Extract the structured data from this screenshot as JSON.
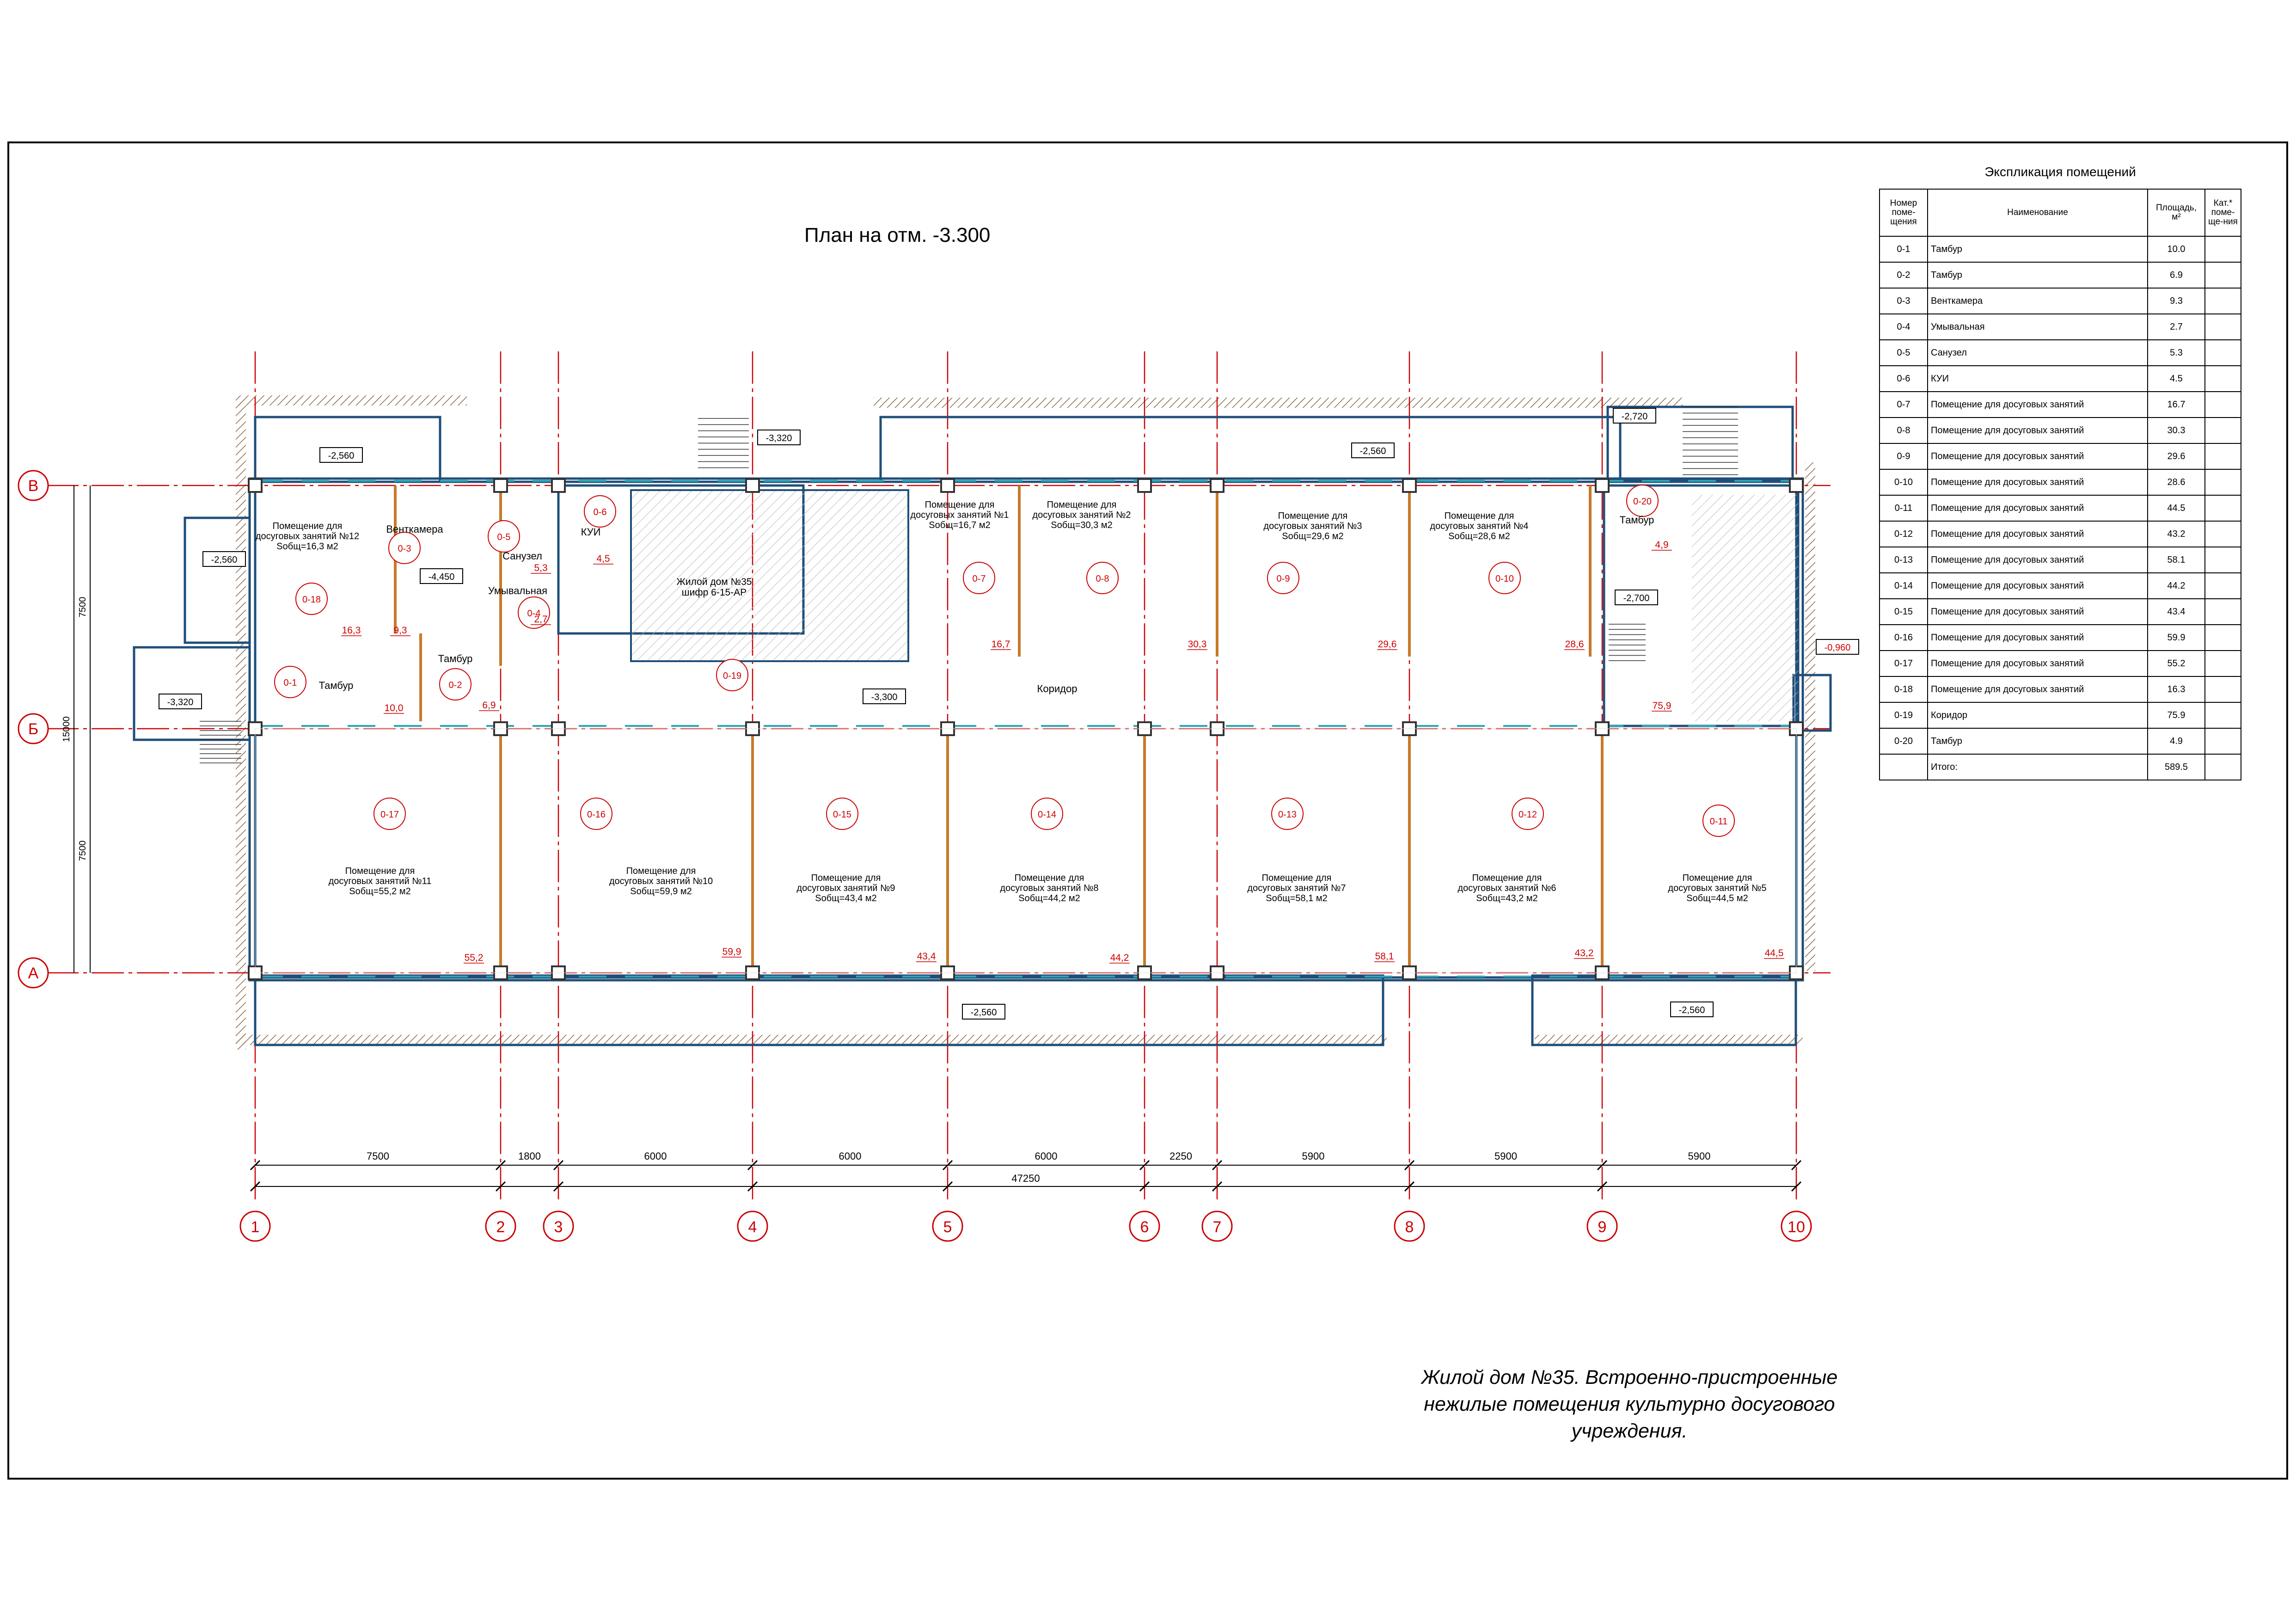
{
  "plan_title": "План  на отм. -3.300",
  "note": [
    "Жилой дом №35. Встроенно-пристроенные",
    "нежилые помещения культурно досугового",
    "учреждения."
  ],
  "axes": {
    "columns": [
      "1",
      "2",
      "3",
      "4",
      "5",
      "6",
      "7",
      "8",
      "9",
      "10"
    ],
    "rows": [
      "В",
      "Б",
      "А"
    ],
    "spans": [
      "7500",
      "1800",
      "6000",
      "6000",
      "6000",
      "2250",
      "5900",
      "5900",
      "5900"
    ],
    "total": "47250",
    "row_spans": [
      "7500",
      "15000",
      "7500"
    ]
  },
  "rooms": [
    {
      "id": "0-1",
      "name": "Тамбур",
      "area": "10,0"
    },
    {
      "id": "0-2",
      "name": "Тамбур",
      "area": "6,9"
    },
    {
      "id": "0-3",
      "name": "Венткамера",
      "area": "9,3"
    },
    {
      "id": "0-4",
      "name": "Умывальная",
      "area": "2,7"
    },
    {
      "id": "0-5",
      "name": "Санузел",
      "area": "5,3"
    },
    {
      "id": "0-6",
      "name": "КУИ",
      "area": "4,5"
    },
    {
      "id": "0-7",
      "name": "Помещение для досуговых занятий №1",
      "sub": "Sобщ=16,7 м2",
      "area": "16,7"
    },
    {
      "id": "0-8",
      "name": "Помещение для досуговых занятий №2",
      "sub": "Sобщ=30,3 м2",
      "area": "30,3"
    },
    {
      "id": "0-9",
      "name": "Помещение для досуговых занятий №3",
      "sub": "Sобщ=29,6 м2",
      "area": "29,6"
    },
    {
      "id": "0-10",
      "name": "Помещение для досуговых занятий №4",
      "sub": "Sобщ=28,6 м2",
      "area": "28,6"
    },
    {
      "id": "0-11",
      "name": "Помещение для досуговых занятий №5",
      "sub": "Sобщ=44,5 м2",
      "area": "44,5"
    },
    {
      "id": "0-12",
      "name": "Помещение для досуговых занятий №6",
      "sub": "Sобщ=43,2 м2",
      "area": "43,2"
    },
    {
      "id": "0-13",
      "name": "Помещение для досуговых занятий №7",
      "sub": "Sобщ=58,1 м2",
      "area": "58,1"
    },
    {
      "id": "0-14",
      "name": "Помещение для досуговых занятий №8",
      "sub": "Sобщ=44,2 м2",
      "area": "44,2"
    },
    {
      "id": "0-15",
      "name": "Помещение для досуговых занятий №9",
      "sub": "Sобщ=43,4 м2",
      "area": "43,4"
    },
    {
      "id": "0-16",
      "name": "Помещение для досуговых занятий №10",
      "sub": "Sобщ=59,9 м2",
      "area": "59,9"
    },
    {
      "id": "0-17",
      "name": "Помещение для досуговых занятий №11",
      "sub": "Sобщ=55,2 м2",
      "area": "55,2"
    },
    {
      "id": "0-18",
      "name": "Помещение для досуговых занятий №12",
      "sub": "Sобщ=16,3 м2",
      "area": "16,3"
    },
    {
      "id": "0-19",
      "name": "Коридор",
      "area": "75,9"
    },
    {
      "id": "0-20",
      "name": "Тамбур",
      "area": "4,9"
    }
  ],
  "plan_labels": {
    "neighbor_1": "Жилой дом №35",
    "neighbor_2": "шифр 6-15-АР",
    "corridor": "Коридор",
    "tambur": "Тамбур",
    "ventkamera": "Венткамера",
    "sanuzel": "Санузел",
    "umyvalnaya": "Умывальная",
    "kui": "КУИ",
    "room_caption_1": "Помещение для",
    "room_caption_2": "досуговых занятий"
  },
  "levels": [
    "-2,560",
    "-2,560",
    "-3,320",
    "-3,320",
    "-2,560",
    "-4,450",
    "-3,300",
    "-2,720",
    "-2,700",
    "-0,960",
    "-2,560",
    "-2,560"
  ],
  "explication": {
    "title": "Экспликация помещений",
    "headers": [
      "Номер поме-щения",
      "Наименование",
      "Площадь, м²",
      "Кат.* поме-ще-ния"
    ],
    "rows": [
      [
        "0-1",
        "Тамбур",
        "10.0"
      ],
      [
        "0-2",
        "Тамбур",
        "6.9"
      ],
      [
        "0-3",
        "Венткамера",
        "9.3"
      ],
      [
        "0-4",
        "Умывальная",
        "2.7"
      ],
      [
        "0-5",
        "Санузел",
        "5.3"
      ],
      [
        "0-6",
        "КУИ",
        "4.5"
      ],
      [
        "0-7",
        "Помещение для досуговых занятий",
        "16.7"
      ],
      [
        "0-8",
        "Помещение для досуговых занятий",
        "30.3"
      ],
      [
        "0-9",
        "Помещение для досуговых занятий",
        "29.6"
      ],
      [
        "0-10",
        "Помещение для досуговых занятий",
        "28.6"
      ],
      [
        "0-11",
        "Помещение для досуговых занятий",
        "44.5"
      ],
      [
        "0-12",
        "Помещение для досуговых занятий",
        "43.2"
      ],
      [
        "0-13",
        "Помещение для досуговых занятий",
        "58.1"
      ],
      [
        "0-14",
        "Помещение для досуговых занятий",
        "44.2"
      ],
      [
        "0-15",
        "Помещение для досуговых занятий",
        "43.4"
      ],
      [
        "0-16",
        "Помещение для досуговых занятий",
        "59.9"
      ],
      [
        "0-17",
        "Помещение для досуговых занятий",
        "55.2"
      ],
      [
        "0-18",
        "Помещение для досуговых занятий",
        "16.3"
      ],
      [
        "0-19",
        "Коридор",
        "75.9"
      ],
      [
        "0-20",
        "Тамбур",
        "4.9"
      ]
    ],
    "total_label": "Итого:",
    "total_value": "589.5"
  },
  "colors": {
    "axis": "#cc0000",
    "wall": "#1f4e79",
    "glass": "#2aa6b4",
    "partition": "#c77a2a",
    "hatch": "#7a5a3a",
    "area": "#cc0000"
  }
}
